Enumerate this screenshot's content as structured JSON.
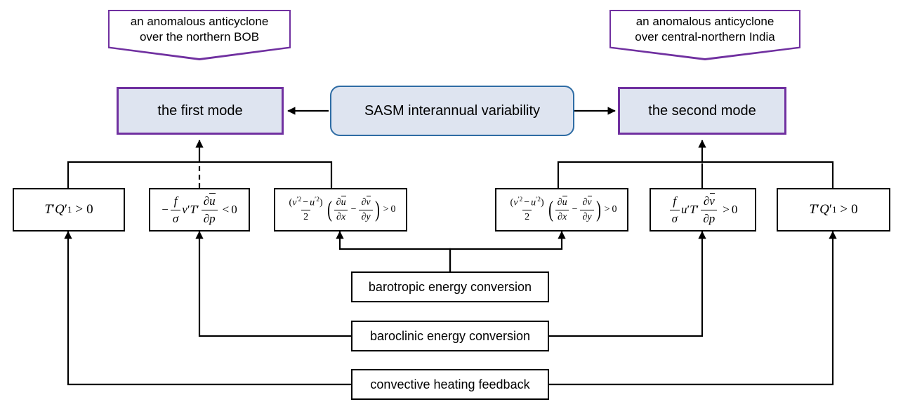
{
  "diagram": {
    "title": "SASM interannual variability mode diagram",
    "colors": {
      "mode_border": "#7030A0",
      "mode_fill": "#DEE4F0",
      "center_border": "#2E6CA4",
      "center_fill": "#DEE4F0",
      "plain_border": "#000000",
      "plain_fill": "#FFFFFF",
      "wire": "#000000"
    }
  },
  "callouts": {
    "left": {
      "line1": "an anomalous anticyclone",
      "line2": "over the northern BOB"
    },
    "right": {
      "line1": "an anomalous anticyclone",
      "line2": "over central-northern India"
    }
  },
  "modes": {
    "center": "SASM interannual variability",
    "first": "the first mode",
    "second": "the second mode"
  },
  "terms": {
    "t1": "T'Q'_1 > 0",
    "t2": "-(f/sigma) v'T' (d u-bar / d p) < 0",
    "t3": "((v'^2 - u'^2)/2)(d u-bar/d x - d v-bar/d y) > 0",
    "t4": "((v'^2 - u'^2)/2)(d u-bar/d x - d v-bar/d y) > 0",
    "t5": "(f/sigma) u'T' (d v-bar / d p) > 0",
    "t6": "T'Q'_1 > 0"
  },
  "mechanisms": {
    "barotropic": "barotropic energy conversion",
    "baroclinic": "baroclinic energy conversion",
    "convective": "convective heating feedback"
  },
  "symbols": {
    "T": "T",
    "Q": "Q",
    "one": "1",
    "gt": ">",
    "lt": "<",
    "zero": "0",
    "minus": "−",
    "f": "f",
    "sigma": "σ",
    "v": "v",
    "u": "u",
    "partial": "∂",
    "p": "p",
    "x": "x",
    "y": "y",
    "two": "2",
    "prime": "′",
    "sq": "2"
  }
}
